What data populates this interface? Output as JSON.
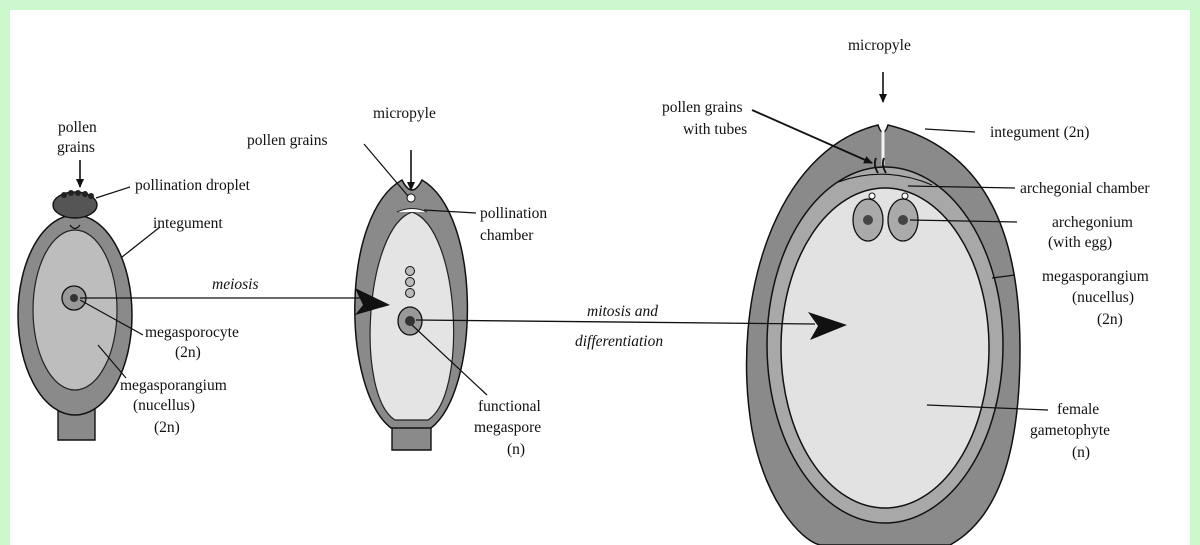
{
  "labels": {
    "pollen_grains_1a": "pollen",
    "pollen_grains_1b": "grains",
    "pollination_droplet": "pollination droplet",
    "integument_1": "integument",
    "megasporocyte_a": "megasporocyte",
    "megasporocyte_b": "(2n)",
    "megasporangium_1a": "megasporangium",
    "megasporangium_1b": "(nucellus)",
    "megasporangium_1c": "(2n)",
    "meiosis": "meiosis",
    "micropyle_2": "micropyle",
    "pollen_grains_2": "pollen grains",
    "pollination_chamber_a": "pollination",
    "pollination_chamber_b": "chamber",
    "functional_megaspore_a": "functional",
    "functional_megaspore_b": "megaspore",
    "functional_megaspore_c": "(n)",
    "mitosis_a": "mitosis and",
    "mitosis_b": "differentiation",
    "micropyle_3": "micropyle",
    "pollen_tubes_a": "pollen grains",
    "pollen_tubes_b": "with tubes",
    "integument_3": "integument (2n)",
    "archegonial_chamber": "archegonial chamber",
    "archegonium_a": "archegonium",
    "archegonium_b": "(with egg)",
    "megasporangium_3a": "megasporangium",
    "megasporangium_3b": "(nucellus)",
    "megasporangium_3c": "(2n)",
    "female_gametophyte_a": "female",
    "female_gametophyte_b": "gametophyte",
    "female_gametophyte_c": "(n)"
  },
  "colors": {
    "background_border": "#cdf7cc",
    "integument_fill": "#8a8a8a",
    "nucellus_fill": "#b9b9b9",
    "gametophyte_fill": "#e2e2e2",
    "ink": "#111111"
  }
}
